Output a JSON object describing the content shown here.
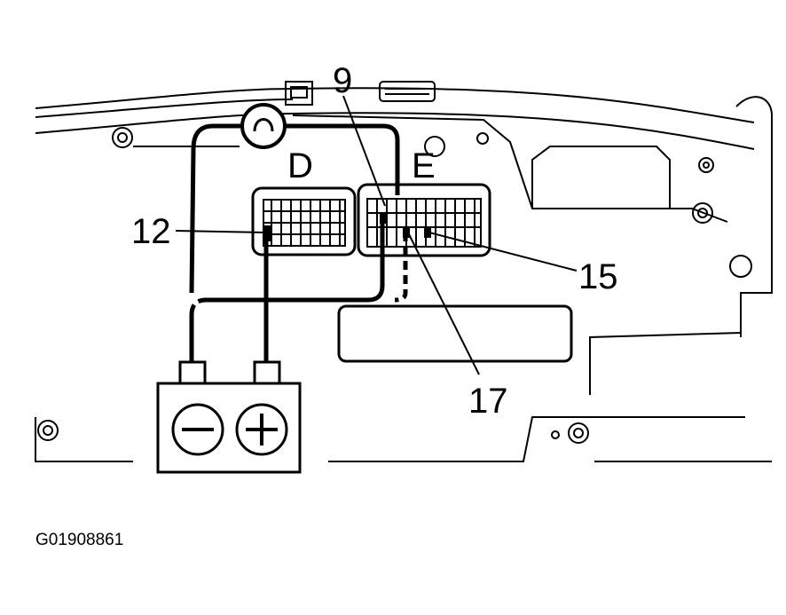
{
  "diagram": {
    "connector_labels": {
      "left": "D",
      "right": "E"
    },
    "pin_callouts": [
      "9",
      "12",
      "15",
      "17"
    ],
    "battery_terminals": {
      "negative": "−",
      "positive": "+"
    },
    "figure_code": "G01908861"
  }
}
